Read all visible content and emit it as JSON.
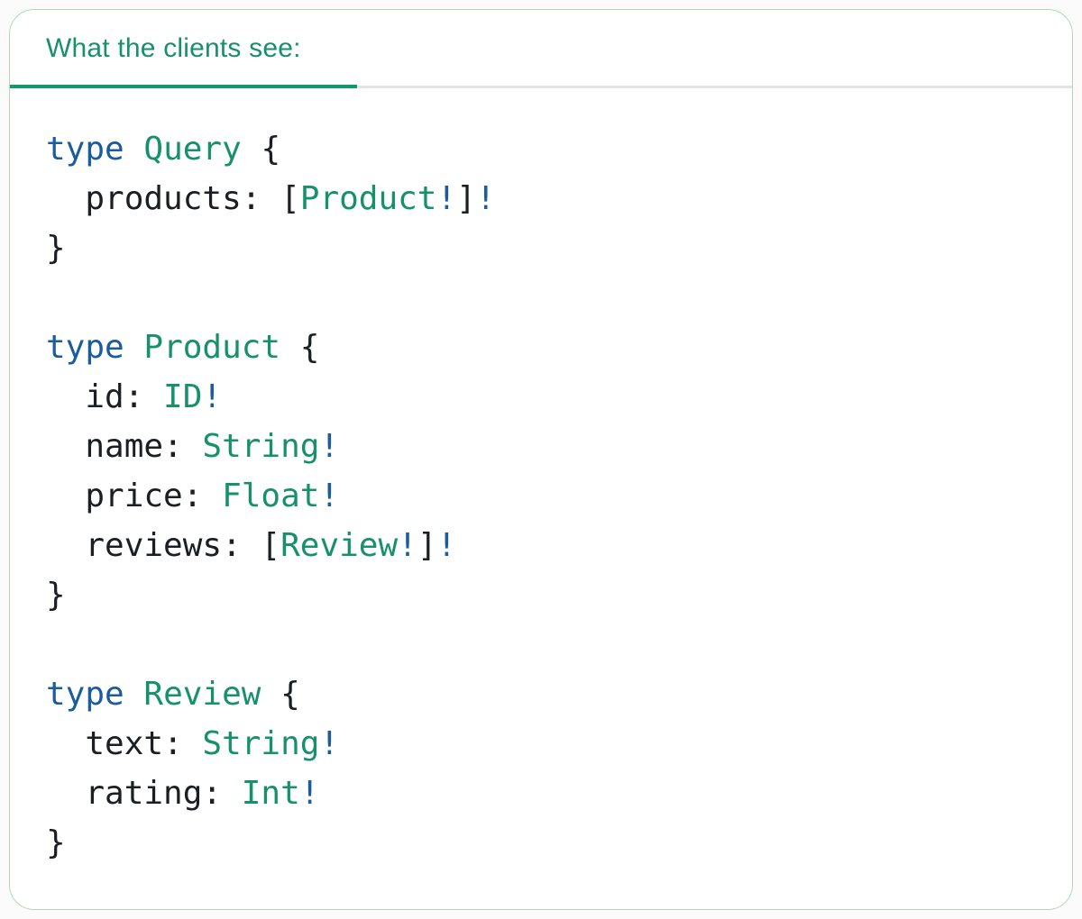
{
  "header": {
    "title": "What the clients see:"
  },
  "colors": {
    "accent_green": "#16916C",
    "underline_green": "#12976F",
    "keyword_blue": "#1A5C9E",
    "text_dark": "#1B1E22",
    "divider_gray": "#E4E4E4",
    "card_border_green": "#B5D6BA",
    "page_background": "#FBFBFB",
    "card_background": "#FFFFFF"
  },
  "code": {
    "language": "graphql",
    "lines": [
      [
        {
          "t": "type",
          "c": "kw"
        },
        {
          "t": " ",
          "c": "plain"
        },
        {
          "t": "Query",
          "c": "type"
        },
        {
          "t": " {",
          "c": "plain"
        }
      ],
      [
        {
          "t": "  products: [",
          "c": "plain"
        },
        {
          "t": "Product",
          "c": "type"
        },
        {
          "t": "!",
          "c": "kw"
        },
        {
          "t": "]",
          "c": "plain"
        },
        {
          "t": "!",
          "c": "kw"
        }
      ],
      [
        {
          "t": "}",
          "c": "plain"
        }
      ],
      [],
      [
        {
          "t": "type",
          "c": "kw"
        },
        {
          "t": " ",
          "c": "plain"
        },
        {
          "t": "Product",
          "c": "type"
        },
        {
          "t": " {",
          "c": "plain"
        }
      ],
      [
        {
          "t": "  id: ",
          "c": "plain"
        },
        {
          "t": "ID",
          "c": "type"
        },
        {
          "t": "!",
          "c": "kw"
        }
      ],
      [
        {
          "t": "  name: ",
          "c": "plain"
        },
        {
          "t": "String",
          "c": "type"
        },
        {
          "t": "!",
          "c": "kw"
        }
      ],
      [
        {
          "t": "  price: ",
          "c": "plain"
        },
        {
          "t": "Float",
          "c": "type"
        },
        {
          "t": "!",
          "c": "kw"
        }
      ],
      [
        {
          "t": "  reviews: [",
          "c": "plain"
        },
        {
          "t": "Review",
          "c": "type"
        },
        {
          "t": "!",
          "c": "kw"
        },
        {
          "t": "]",
          "c": "plain"
        },
        {
          "t": "!",
          "c": "kw"
        }
      ],
      [
        {
          "t": "}",
          "c": "plain"
        }
      ],
      [],
      [
        {
          "t": "type",
          "c": "kw"
        },
        {
          "t": " ",
          "c": "plain"
        },
        {
          "t": "Review",
          "c": "type"
        },
        {
          "t": " {",
          "c": "plain"
        }
      ],
      [
        {
          "t": "  text: ",
          "c": "plain"
        },
        {
          "t": "String",
          "c": "type"
        },
        {
          "t": "!",
          "c": "kw"
        }
      ],
      [
        {
          "t": "  rating: ",
          "c": "plain"
        },
        {
          "t": "Int",
          "c": "type"
        },
        {
          "t": "!",
          "c": "kw"
        }
      ],
      [
        {
          "t": "}",
          "c": "plain"
        }
      ]
    ]
  }
}
